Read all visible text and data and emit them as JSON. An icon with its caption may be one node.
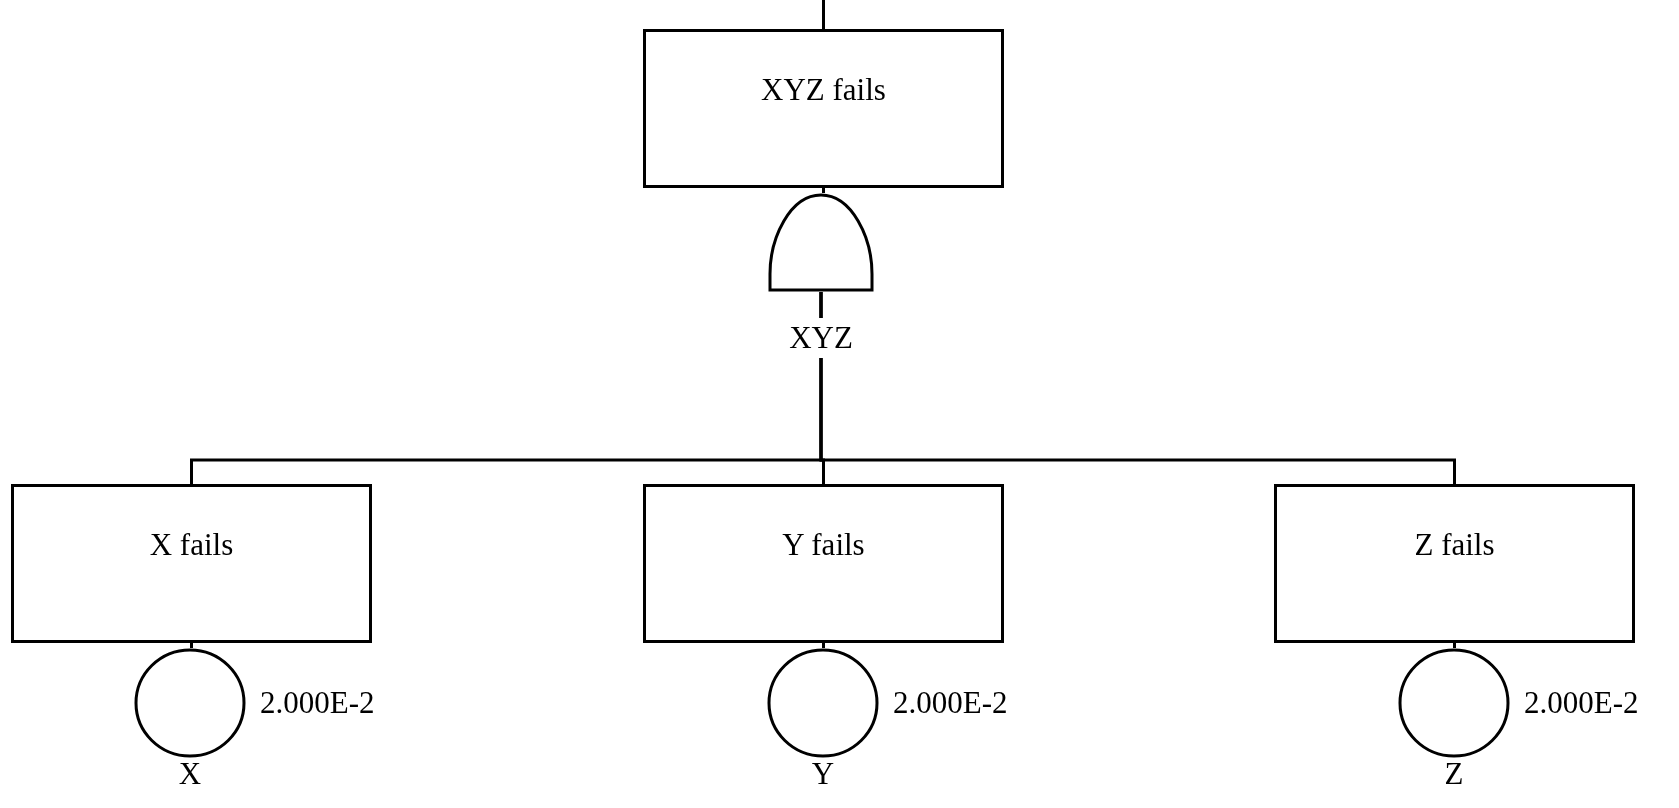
{
  "diagram": {
    "nodes": [
      {
        "text": [
          "XYZ fails"
        ]
      },
      {
        "text": [],
        "shape": "gate",
        "beside": [
          "XYZ"
        ]
      },
      {
        "text": [
          "X fails"
        ]
      },
      {
        "text": [
          "Y fails"
        ]
      },
      {
        "text": [
          "Z fails"
        ]
      },
      {
        "text": [],
        "shape": "circle",
        "beside": [
          "2.000E-2",
          "X"
        ]
      },
      {
        "text": [],
        "shape": "circle",
        "beside": [
          "2.000E-2",
          "Y"
        ]
      },
      {
        "text": [],
        "shape": "circle",
        "beside": [
          "2.000E-2",
          "Z"
        ]
      }
    ],
    "edges": [
      {
        "from": null,
        "to": 0,
        "arrow": "none"
      },
      {
        "from": 0,
        "to": 1,
        "arrow": "none"
      },
      {
        "from": 1,
        "to": 2,
        "arrow": "none"
      },
      {
        "from": 1,
        "to": 3,
        "arrow": "none"
      },
      {
        "from": 1,
        "to": 4,
        "arrow": "none"
      },
      {
        "from": 2,
        "to": 5,
        "arrow": "none"
      },
      {
        "from": 3,
        "to": 6,
        "arrow": "none"
      },
      {
        "from": 4,
        "to": 7,
        "arrow": "none"
      }
    ]
  }
}
